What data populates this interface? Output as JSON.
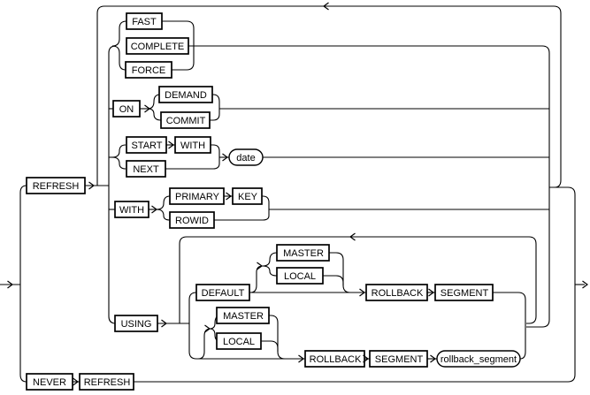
{
  "diagram": {
    "type": "railroad-syntax-diagram",
    "background": "#ffffff",
    "line_color": "#000000",
    "box_fill": "#ffffff",
    "nodes": {
      "refresh1": "REFRESH",
      "fast": "FAST",
      "complete": "COMPLETE",
      "force": "FORCE",
      "on": "ON",
      "demand": "DEMAND",
      "commit": "COMMIT",
      "start": "START",
      "with_start": "WITH",
      "next": "NEXT",
      "date": "date",
      "with2": "WITH",
      "primary": "PRIMARY",
      "key": "KEY",
      "rowid": "ROWID",
      "using": "USING",
      "default_kw": "DEFAULT",
      "master1": "MASTER",
      "local1": "LOCAL",
      "rollback1": "ROLLBACK",
      "segment1": "SEGMENT",
      "master2": "MASTER",
      "local2": "LOCAL",
      "rollback2": "ROLLBACK",
      "segment2": "SEGMENT",
      "rollback_segment": "rollback_segment",
      "never": "NEVER",
      "refresh2": "REFRESH"
    }
  }
}
